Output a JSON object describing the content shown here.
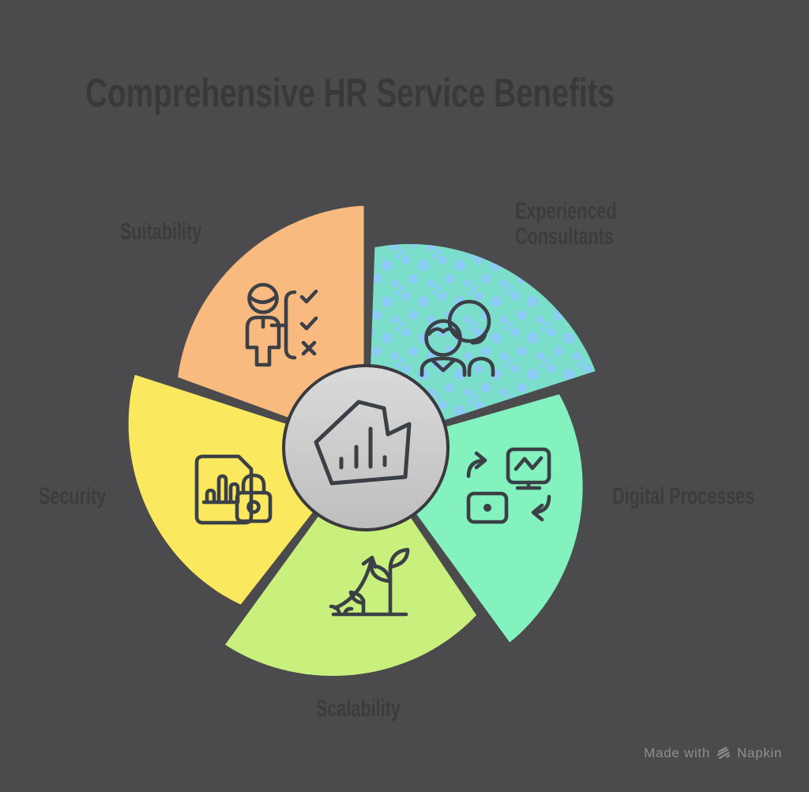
{
  "title": "Comprehensive HR Service Benefits",
  "colors": {
    "background": "#4B4B4D",
    "title_text": "#39393B",
    "label_text": "#3C3C3E",
    "icon_stroke": "#3B4046",
    "center_fill_top": "#DADADA",
    "center_fill_bottom": "#BEBEBE",
    "center_stroke": "#3A3A3E",
    "teal_pattern_dot": "#8CCBF5",
    "watermark_text": "#8E8E90"
  },
  "segments": [
    {
      "id": "suitability",
      "label": "Suitability",
      "label_lines": [
        "Suitability"
      ],
      "color": "#F9BA80",
      "icon": "person-checklist-icon"
    },
    {
      "id": "experienced-consultants",
      "label": "Experienced Consultants",
      "label_lines": [
        "Experienced",
        "Consultants"
      ],
      "color": "#7BDECB",
      "pattern": true,
      "icon": "two-people-icon"
    },
    {
      "id": "digital-processes",
      "label": "Digital Processes",
      "label_lines": [
        "Digital Processes"
      ],
      "color": "#83F2BE",
      "icon": "device-sync-icon"
    },
    {
      "id": "scalability",
      "label": "Scalability",
      "label_lines": [
        "Scalability"
      ],
      "color": "#C9EF7C",
      "icon": "growth-plant-icon"
    },
    {
      "id": "security",
      "label": "Security",
      "label_lines": [
        "Security"
      ],
      "color": "#FAE95F",
      "icon": "document-lock-icon"
    }
  ],
  "center": {
    "icon": "org-chart-emblem-icon"
  },
  "watermark": {
    "prefix": "Made with",
    "brand": "Napkin",
    "logo": "napkin-logo-icon"
  }
}
